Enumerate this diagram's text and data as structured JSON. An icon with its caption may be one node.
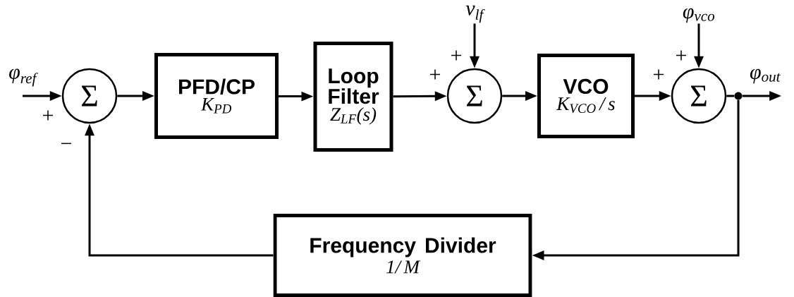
{
  "diagram": {
    "nodes": [
      {
        "text": [
          "φ$_{ref}$"
        ]
      },
      {
        "text": [
          "Σ"
        ]
      },
      {
        "text": [
          "PFD/CP",
          "K$_{PD}$"
        ]
      },
      {
        "text": [
          "Loop Filter",
          "Z$_{LF}$(s)"
        ]
      },
      {
        "text": [
          "v$_{lf}$"
        ]
      },
      {
        "text": [
          "Σ"
        ]
      },
      {
        "text": [
          "VCO",
          "K$_{VCO}$ / s"
        ]
      },
      {
        "text": [
          "φ$_{vco}$"
        ]
      },
      {
        "text": [
          "Σ"
        ]
      },
      {
        "text": [
          "φ$_{out}$"
        ]
      },
      {
        "text": [],
        "shape": "circle"
      },
      {
        "text": [
          "Frequency Divider",
          "1/ *M*"
        ]
      }
    ],
    "edges": [
      {
        "from": 0,
        "to": 1,
        "arrow": "to"
      },
      {
        "from": 1,
        "to": 2,
        "arrow": "to"
      },
      {
        "from": 2,
        "to": 3,
        "arrow": "to"
      },
      {
        "from": 3,
        "to": 5,
        "arrow": "to"
      },
      {
        "from": 4,
        "to": 5,
        "arrow": "to"
      },
      {
        "from": 5,
        "to": 6,
        "arrow": "to"
      },
      {
        "from": 6,
        "to": 8,
        "arrow": "to"
      },
      {
        "from": 7,
        "to": 8,
        "arrow": "to"
      },
      {
        "from": 8,
        "to": 10,
        "arrow": "none"
      },
      {
        "from": 10,
        "to": 9,
        "arrow": "to"
      },
      {
        "from": 10,
        "to": 11,
        "arrow": "to"
      },
      {
        "from": 11,
        "to": 1,
        "arrow": "to"
      }
    ],
    "labels": [
      "+",
      "+",
      "+",
      "+",
      "+",
      "−"
    ]
  }
}
